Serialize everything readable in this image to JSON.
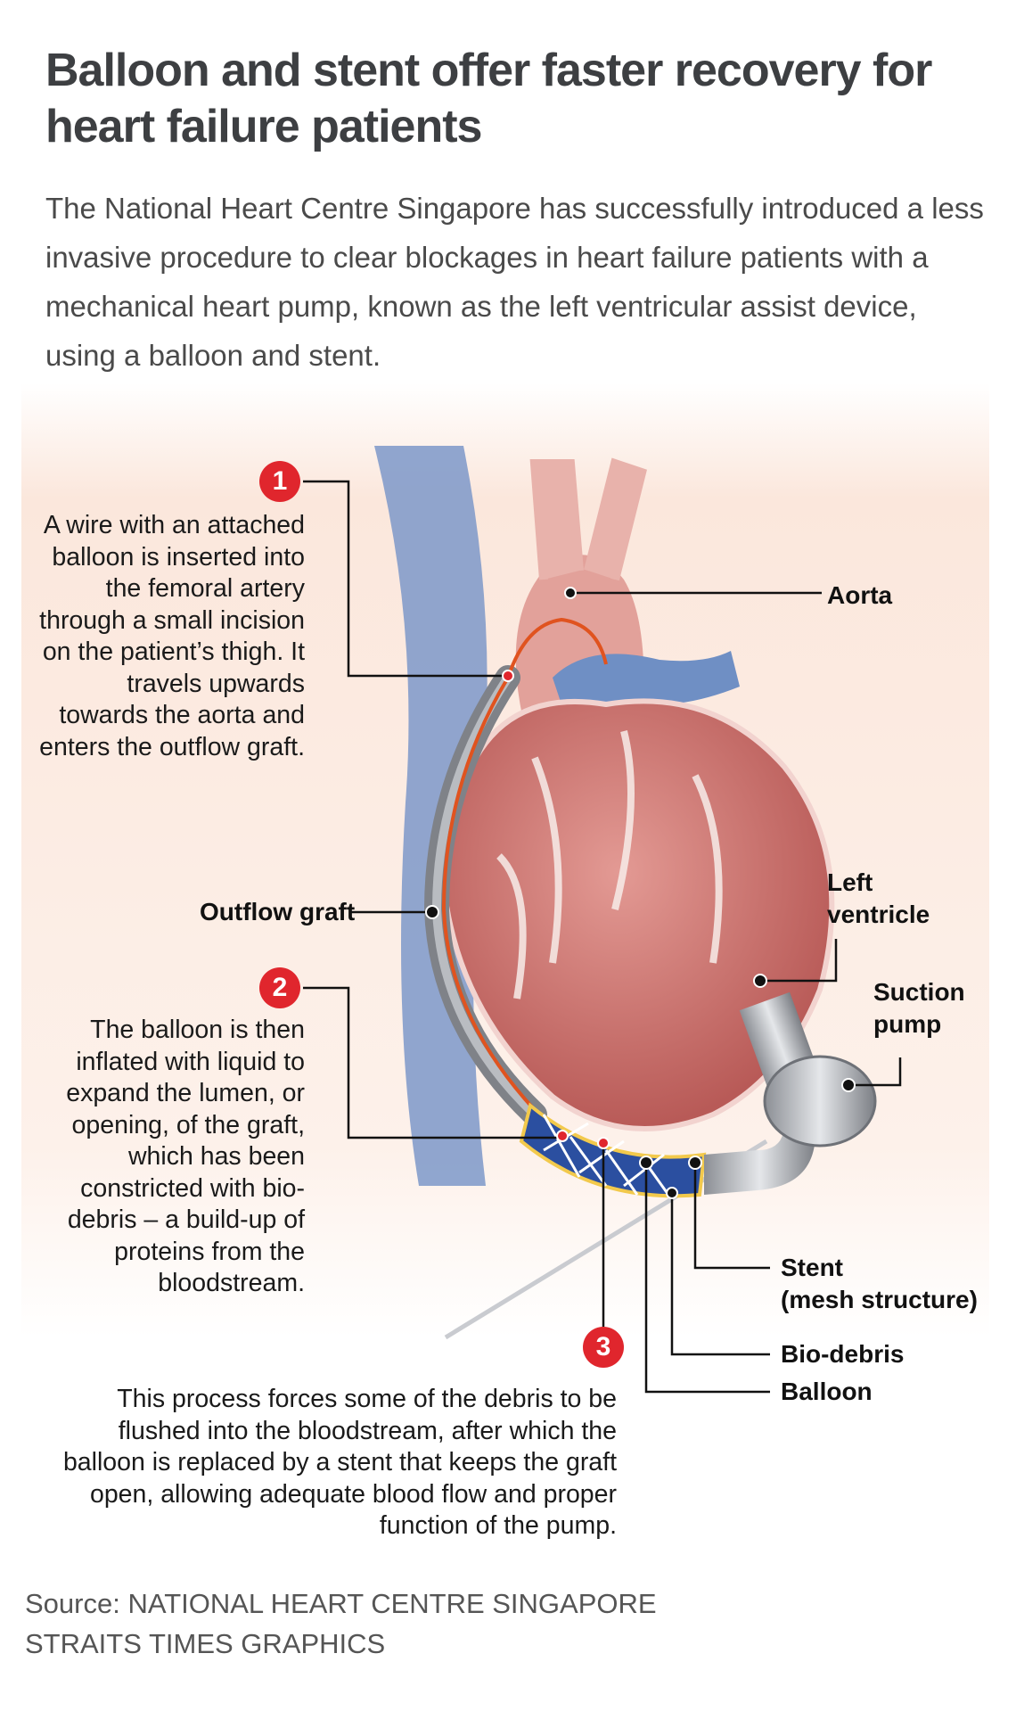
{
  "title": "Balloon and stent offer faster recovery for heart failure patients",
  "intro": "The National Heart Centre Singapore has successfully introduced a less invasive procedure to clear blockages in heart failure patients with a mechanical heart pump, known as the left ventricular assist device, using a balloon and stent.",
  "steps": [
    {
      "number": "1",
      "text": "A wire with an attached balloon is inserted into the femoral artery through a small incision on the patient’s thigh. It travels upwards towards the aorta and enters the outflow graft."
    },
    {
      "number": "2",
      "text": "The balloon is then inflated with liquid to expand the lumen, or opening, of the graft, which has been constricted with bio-debris – a build-up of proteins from the bloodstream."
    },
    {
      "number": "3",
      "text": "This process forces some of the debris to be flushed into the bloodstream, after which the balloon is replaced by a stent that keeps the graft open, allowing adequate blood flow and proper function of the pump."
    }
  ],
  "labels": {
    "aorta": "Aorta",
    "left_ventricle": "Left ventricle",
    "suction_pump": "Suction pump",
    "outflow_graft": "Outflow graft",
    "stent": "Stent",
    "stent_sub": "(mesh structure)",
    "bio_debris": "Bio-debris",
    "balloon": "Balloon"
  },
  "source": "Source: NATIONAL HEART CENTRE SINGAPORE",
  "credit": "STRAITS TIMES GRAPHICS",
  "colors": {
    "badge": "#e0262d",
    "vein": "#6f8fc4",
    "heart": "#c96a66",
    "graft": "#8a8d92",
    "wire": "#e0531f",
    "stent": "#2b4fa0"
  }
}
